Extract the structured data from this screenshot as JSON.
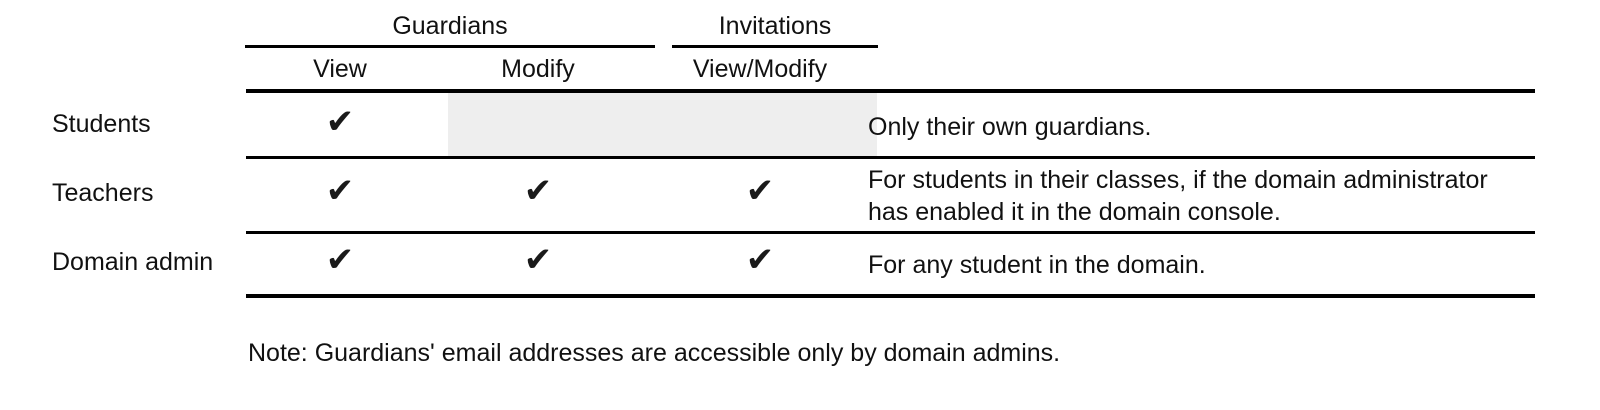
{
  "table": {
    "column_groups": [
      {
        "id": "guardians",
        "label": "Guardians"
      },
      {
        "id": "invitations",
        "label": "Invitations"
      }
    ],
    "columns": [
      {
        "id": "view",
        "label": "View"
      },
      {
        "id": "modify",
        "label": "Modify"
      },
      {
        "id": "view_modify",
        "label": "View/Modify"
      }
    ],
    "check_glyph": "✔",
    "shaded_color": "#eeeeee",
    "rule_color": "#000000",
    "rows": [
      {
        "id": "students",
        "label": "Students",
        "guardians_view": true,
        "guardians_modify": false,
        "invitations_view_modify": false,
        "shaded": true,
        "description_lines": [
          "Only their own guardians."
        ]
      },
      {
        "id": "teachers",
        "label": "Teachers",
        "guardians_view": true,
        "guardians_modify": true,
        "invitations_view_modify": true,
        "shaded": false,
        "description_lines": [
          "For students in their classes, if the domain administrator",
          "has enabled it in the domain console."
        ]
      },
      {
        "id": "domain_admin",
        "label": "Domain admin",
        "guardians_view": true,
        "guardians_modify": true,
        "invitations_view_modify": true,
        "shaded": false,
        "description_lines": [
          "For any student in the domain."
        ]
      }
    ]
  },
  "footnote": {
    "text": "Note: Guardians' email addresses are accessible only by domain admins."
  }
}
